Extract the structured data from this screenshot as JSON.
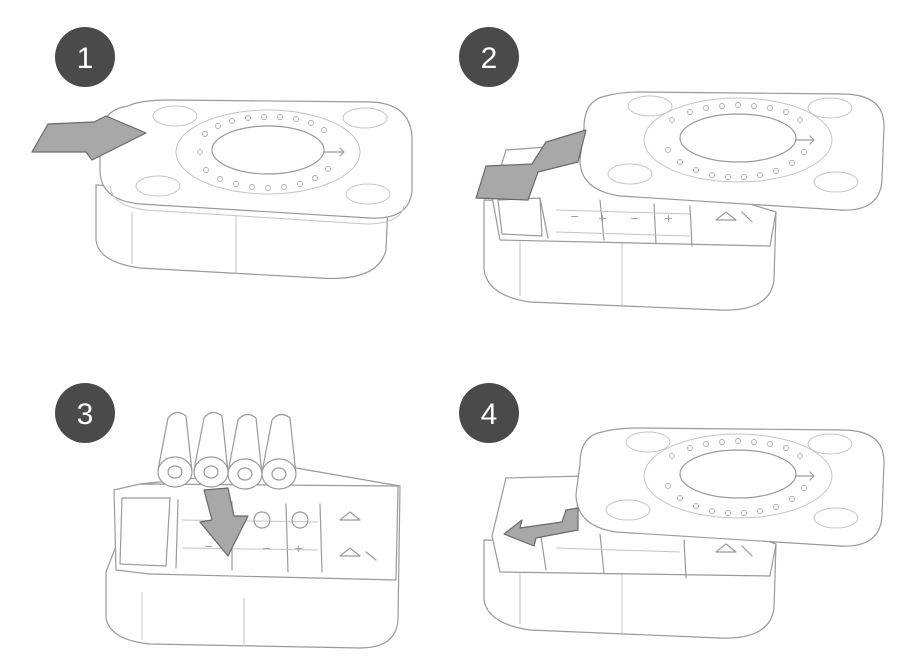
{
  "steps": [
    {
      "number": "1"
    },
    {
      "number": "2"
    },
    {
      "number": "3"
    },
    {
      "number": "4"
    }
  ],
  "battery_compartment": {
    "plus_mark": "+",
    "minus_mark": "−"
  },
  "colors": {
    "step_badge": "#4a4a4a",
    "line_art": "#9a9a9a",
    "arrow_fill": "#a8a8a8",
    "arrow_stroke": "#6a6a6a"
  }
}
